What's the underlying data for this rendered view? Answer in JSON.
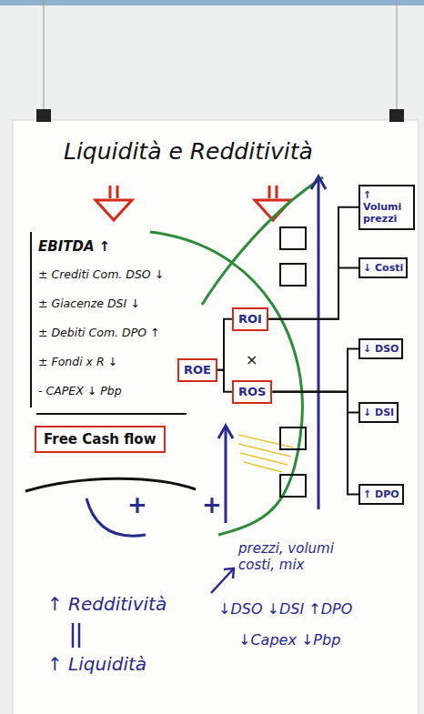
{
  "diagram": {
    "title": "Liquidità e Redditività",
    "nodes": [
      {
        "text": [
          "Free Cash flow"
        ]
      },
      {
        "text": [
          "ROE"
        ]
      },
      {
        "text": [
          "ROI"
        ]
      },
      {
        "text": [
          "ROS"
        ]
      },
      {
        "text": [
          "↑ Volumi prezzi"
        ]
      },
      {
        "text": [
          "↓ Costi"
        ]
      },
      {
        "text": [
          "↓ DSO"
        ]
      },
      {
        "text": [
          "↓ DSI"
        ]
      },
      {
        "text": [
          "↑ DPO"
        ]
      }
    ],
    "edges": [
      {
        "from": 1,
        "to": 2,
        "arrow": "none"
      },
      {
        "from": 1,
        "to": 3,
        "arrow": "none"
      },
      {
        "from": 2,
        "to": 4,
        "arrow": "none"
      },
      {
        "from": 2,
        "to": 5,
        "arrow": "none"
      },
      {
        "from": 3,
        "to": 6,
        "arrow": "none"
      },
      {
        "from": 3,
        "to": 7,
        "arrow": "none"
      },
      {
        "from": 3,
        "to": 8,
        "arrow": "none"
      }
    ],
    "labels": [
      "EBITDA ↑",
      "± Crediti Com. DSO ↓",
      "± Giacenze DSI ↓",
      "± Debiti Com. DPO ↑",
      "± Fondi x R ↓",
      "- CAPEX ↓ Pbp",
      "×",
      "+",
      "+",
      "↑ Redditività",
      "↑ Liquidità",
      "prezzi, volumi costi, mix",
      "↓DSO ↓DSI ↑DPO",
      "↓Capex ↓Pbp"
    ]
  }
}
